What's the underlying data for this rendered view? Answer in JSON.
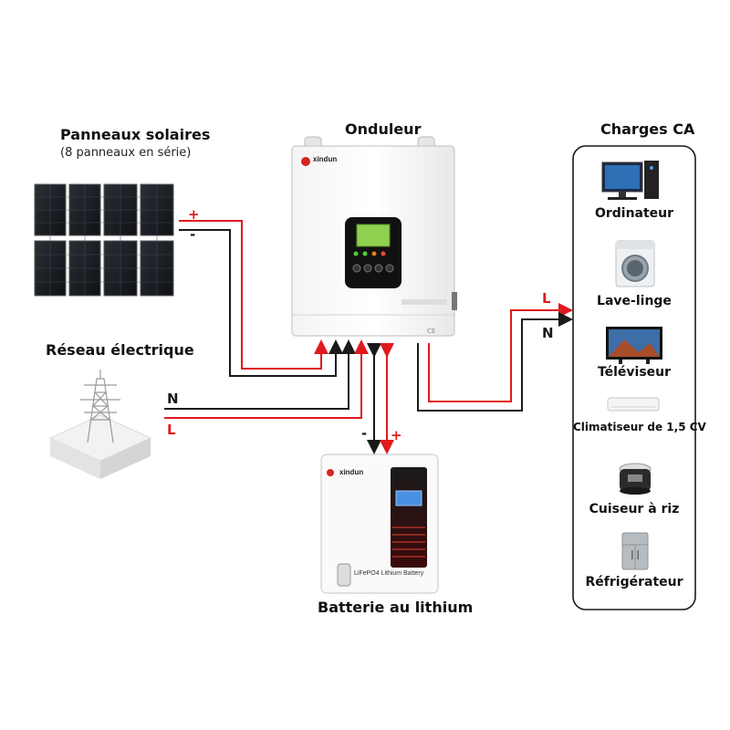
{
  "solar": {
    "title": "Panneaux solaires",
    "subtitle": "(8 panneaux en série)",
    "plus": "+",
    "minus": "-"
  },
  "inverter": {
    "title": "Onduleur",
    "brand": "xindun"
  },
  "grid": {
    "title": "Réseau électrique",
    "n_label": "N",
    "l_label": "L"
  },
  "battery": {
    "title": "Batterie au lithium",
    "brand": "xindun",
    "type_label": "LiFePO4 Lithium Battery",
    "minus": "-",
    "plus": "+"
  },
  "loads": {
    "title": "Charges CA",
    "l_label": "L",
    "n_label": "N",
    "items": [
      {
        "label": "Ordinateur",
        "icon": "computer-icon"
      },
      {
        "label": "Lave-linge",
        "icon": "washing-machine-icon"
      },
      {
        "label": "Téléviseur",
        "icon": "tv-icon"
      },
      {
        "label": "Climatiseur de 1,5 CV",
        "icon": "air-conditioner-icon"
      },
      {
        "label": "Cuiseur à riz",
        "icon": "rice-cooker-icon"
      },
      {
        "label": "Réfrigérateur",
        "icon": "fridge-icon"
      }
    ]
  },
  "colors": {
    "positive_wire": "#e0191e",
    "negative_wire": "#1a1a1a"
  }
}
